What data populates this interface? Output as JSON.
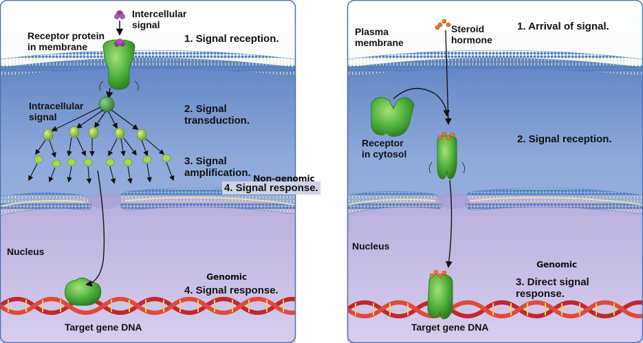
{
  "left_panel": {
    "intercellular_signal": "Intercellular\nsignal",
    "receptor_protein": "Receptor protein\nin membrane",
    "intracellular_signal": "Intracellular\nsignal",
    "nucleus": "Nucleus",
    "target_gene": "Target gene DNA",
    "step1": "1. Signal reception.",
    "step2": "2. Signal\ntransduction.",
    "step3": "3. Signal\namplification.",
    "nongenomic_tag": "Non-genomic",
    "step4_nongenomic": "4. Signal response.",
    "genomic_tag": "Genomic",
    "step4_genomic": "4. Signal response."
  },
  "right_panel": {
    "plasma_membrane": "Plasma\nmembrane",
    "steroid_hormone": "Steroid\nhormone",
    "receptor_cytosol": "Receptor\nin cytosol",
    "nucleus": "Nucleus",
    "target_gene": "Target gene DNA",
    "step1": "1. Arrival of signal.",
    "step2": "2. Signal reception.",
    "genomic_tag": "Genomic",
    "step3": "3. Direct signal\nresponse."
  },
  "colors": {
    "extracellular": "#c6d8ec",
    "cytosol": "#7f9fd3",
    "nucleoplasm": "#c1b4e0",
    "membrane_head": "#5b8cc7",
    "receptor_green": "#4caf3a",
    "dna_red": "#c0282b",
    "hormone_orange": "#e87722",
    "signal_purple": "#8a3c8f"
  }
}
